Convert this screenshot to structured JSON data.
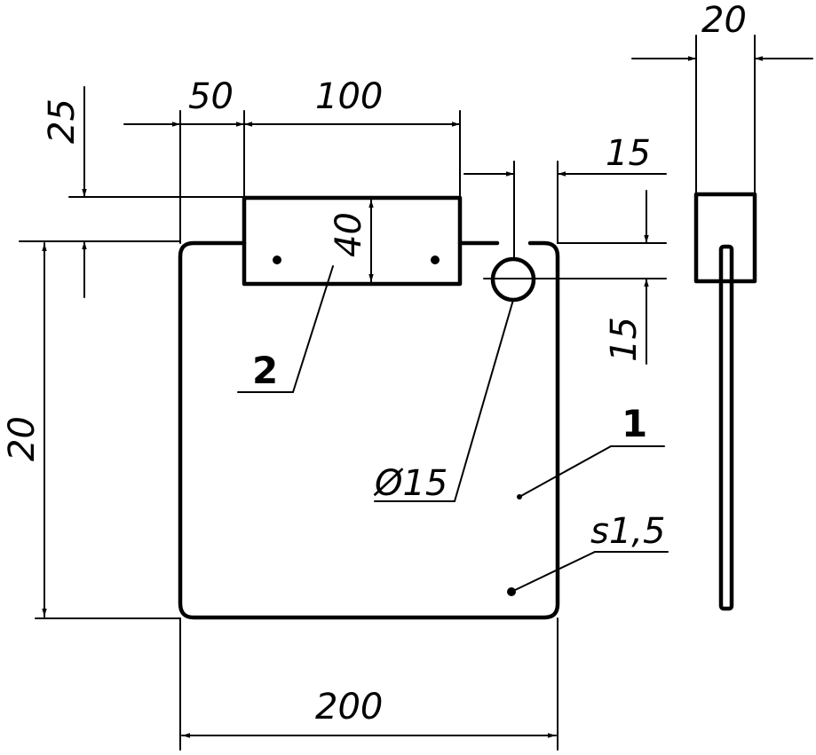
{
  "dimensions": {
    "d50": "50",
    "d100": "100",
    "d25": "25",
    "d40": "40",
    "d15_top": "15",
    "d15_right": "15",
    "d20_left": "20",
    "d20_side": "20",
    "d200": "200",
    "hole": "Ø15",
    "thickness": "s1,5"
  },
  "callouts": {
    "part1": "1",
    "part2": "2"
  }
}
